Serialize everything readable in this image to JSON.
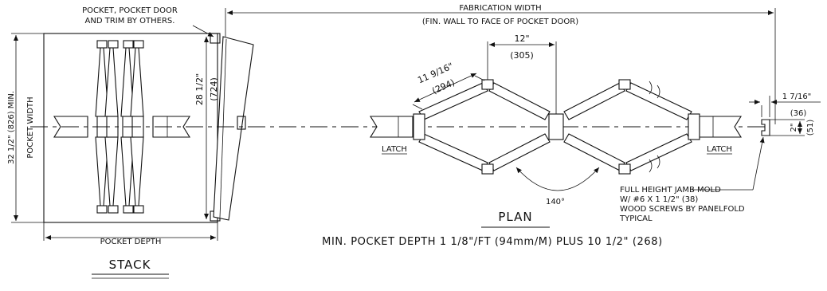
{
  "stack": {
    "note_line1": "POCKET, POCKET DOOR",
    "note_line2": "AND TRIM BY OTHERS.",
    "width_dim": "32 1/2\" (826) MIN.",
    "width_label": "POCKET WIDTH",
    "door_dim_in": "28 1/2\"",
    "door_dim_mm": "(724)",
    "depth_label": "POCKET DEPTH",
    "title": "STACK"
  },
  "plan": {
    "fab_width": "FABRICATION WIDTH",
    "fab_width_sub": "(FIN. WALL TO FACE OF POCKET DOOR)",
    "dim_panel_in": "11 9/16\"",
    "dim_panel_mm": "(294)",
    "dim_spacing_in": "12\"",
    "dim_spacing_mm": "(305)",
    "dim_angle": "140°",
    "latch_left": "LATCH",
    "latch_right": "LATCH",
    "dim_jamb_in": "1 7/16\"",
    "dim_jamb_mm": "(36)",
    "dim_jamb_h_in": "2\"",
    "dim_jamb_h_mm": "(51)",
    "jamb_note_line1": "FULL HEIGHT JAMB MOLD",
    "jamb_note_line2": "W/ #6 X 1 1/2\" (38)",
    "jamb_note_line3": "WOOD SCREWS BY PANELFOLD",
    "jamb_note_line4": "TYPICAL",
    "title": "PLAN",
    "min_depth_note": "MIN. POCKET DEPTH 1 1/8\"/FT (94mm/M) PLUS 10 1/2\" (268)"
  }
}
